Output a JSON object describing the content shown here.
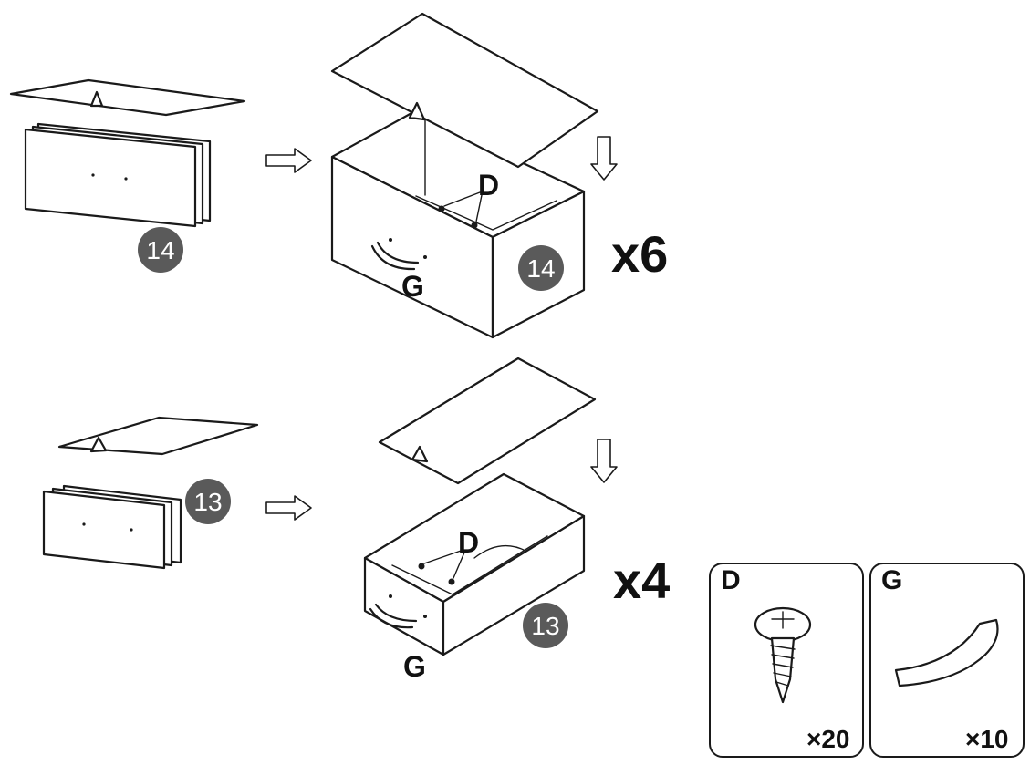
{
  "steps": [
    {
      "part_number": "14",
      "screw_label": "D",
      "handle_label": "G",
      "quantity": "x6"
    },
    {
      "part_number": "13",
      "screw_label": "D",
      "handle_label": "G",
      "quantity": "x4"
    }
  ],
  "hardware": [
    {
      "label": "D",
      "count": "×20",
      "icon": "screw-icon"
    },
    {
      "label": "G",
      "count": "×10",
      "icon": "handle-icon"
    }
  ]
}
